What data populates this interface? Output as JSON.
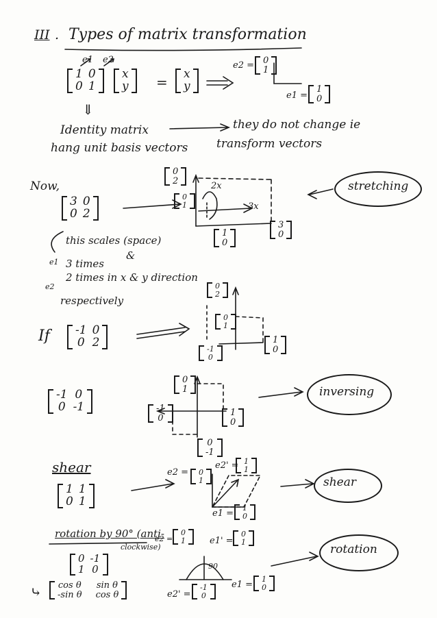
{
  "heading": {
    "numeral": "III",
    "dot": ".",
    "title": "Types of matrix transformation"
  },
  "intro": {
    "basis_labels": [
      "e1",
      "e2"
    ],
    "identity_matrix": [
      [
        "1",
        "0"
      ],
      [
        "0",
        "1"
      ]
    ],
    "vector": [
      [
        "x"
      ],
      [
        "y"
      ]
    ],
    "equals": "=",
    "result": [
      [
        "x"
      ],
      [
        "y"
      ]
    ],
    "e2_label": "e2 =",
    "e2_vec": [
      [
        "0"
      ],
      [
        "1"
      ]
    ],
    "e1_label": "e1 =",
    "e1_vec": [
      [
        "1"
      ],
      [
        "0"
      ]
    ],
    "down_arrow": "⇓",
    "identity_note_1": "Identity matrix",
    "identity_note_2": "hang unit basis vectors",
    "identity_result_1": "they do not change ie",
    "identity_result_2": "transform vectors"
  },
  "stretching": {
    "now": "Now,",
    "matrix": [
      [
        "3",
        "0"
      ],
      [
        "0",
        "2"
      ]
    ],
    "note1": "this scales (space)",
    "note_e1": "e1",
    "note2": "3 times",
    "note_amp": "&",
    "note_e2": "e2",
    "note3": "2 times in x & y direction",
    "note4": "respectively",
    "top_vec": [
      [
        "0"
      ],
      [
        "2"
      ]
    ],
    "unit_y": [
      [
        "0"
      ],
      [
        "1"
      ]
    ],
    "label_2x": "2x",
    "label_3x": "3x",
    "unit_x": [
      [
        "1"
      ],
      [
        "0"
      ]
    ],
    "right_vec": [
      [
        "3"
      ],
      [
        "0"
      ]
    ],
    "tag": "stretching"
  },
  "reflect_x": {
    "label": "If",
    "matrix": [
      [
        "-1",
        "0"
      ],
      [
        "0",
        "2"
      ]
    ],
    "top_vec": [
      [
        "0"
      ],
      [
        "2"
      ]
    ],
    "mid_vec": [
      [
        "0"
      ],
      [
        "1"
      ]
    ],
    "left_vec": [
      [
        "-1"
      ],
      [
        "0"
      ]
    ],
    "right_vec": [
      [
        "1"
      ],
      [
        "0"
      ]
    ]
  },
  "inversion": {
    "matrix": [
      [
        "-1",
        "0"
      ],
      [
        "0",
        "-1"
      ]
    ],
    "top_vec": [
      [
        "0"
      ],
      [
        "1"
      ]
    ],
    "left_vec": [
      [
        "-1"
      ],
      [
        "0"
      ]
    ],
    "right_vec": [
      [
        "1"
      ],
      [
        "0"
      ]
    ],
    "bottom_vec": [
      [
        "0"
      ],
      [
        "-1"
      ]
    ],
    "tag": "inversing"
  },
  "shear": {
    "title": "shear",
    "matrix": [
      [
        "1",
        "1"
      ],
      [
        "0",
        "1"
      ]
    ],
    "e2_label": "e2 =",
    "e2_vec": [
      [
        "0"
      ],
      [
        "1"
      ]
    ],
    "e2p_label": "e2' =",
    "e2p_vec": [
      [
        "1"
      ],
      [
        "1"
      ]
    ],
    "e1_label": "e1 =",
    "e1_vec": [
      [
        "1"
      ],
      [
        "0"
      ]
    ],
    "tag": "shear"
  },
  "rotation": {
    "title": "rotation by 90° (anti-",
    "title_2": "clockwise)",
    "e2_label": "e2 =",
    "e2_vec": [
      [
        "0"
      ],
      [
        "1"
      ]
    ],
    "e1p_label": "e1' =",
    "e1p_vec": [
      [
        "0"
      ],
      [
        "1"
      ]
    ],
    "matrix": [
      [
        "0",
        "-1"
      ],
      [
        "1",
        "0"
      ]
    ],
    "general": [
      [
        "cos θ",
        "sin θ"
      ],
      [
        "-sin θ",
        "cos θ"
      ]
    ],
    "e2p_label": "e2' =",
    "e2p_vec": [
      [
        "-1"
      ],
      [
        "0"
      ]
    ],
    "e1_label": "e1 =",
    "e1_vec": [
      [
        "1"
      ],
      [
        "0"
      ]
    ],
    "angle_label": "90",
    "tag": "rotation"
  }
}
